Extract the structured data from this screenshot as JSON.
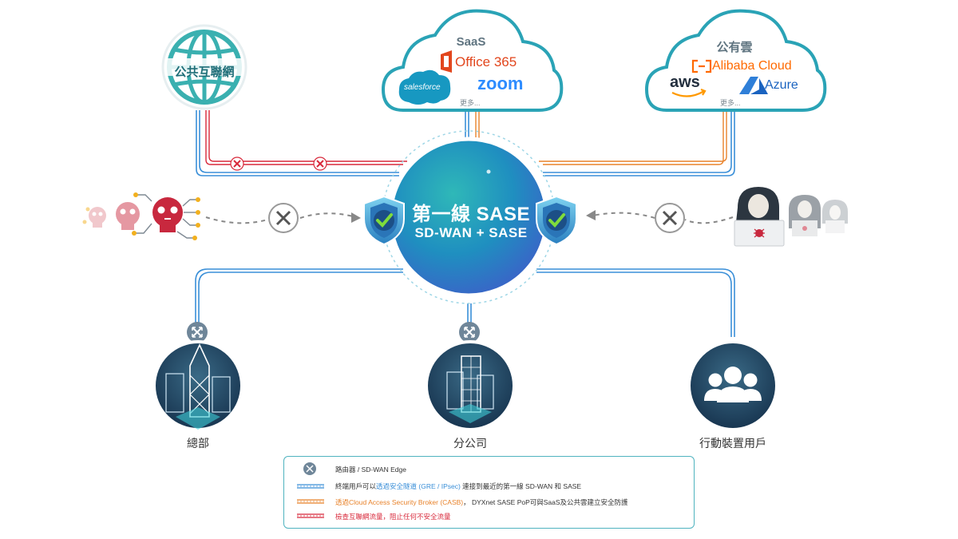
{
  "center": {
    "title": "第一線 SASE",
    "subtitle": "SD-WAN + SASE"
  },
  "internet": {
    "label": "公共互聯網"
  },
  "saas": {
    "title": "SaaS",
    "brands": [
      "Office 365",
      "salesforce",
      "zoom"
    ],
    "more": "更多..."
  },
  "public_cloud": {
    "title": "公有雲",
    "brands": [
      "Alibaba Cloud",
      "aws",
      "Azure"
    ],
    "more": "更多..."
  },
  "sites": [
    {
      "label": "總部"
    },
    {
      "label": "分公司"
    },
    {
      "label": "行動裝置用戶"
    }
  ],
  "legend": {
    "router": "路由器 / SD-WAN Edge",
    "blue_pre": "終端用戶可以",
    "blue_hl": "透過安全隧道 (GRE / IPsec)",
    "blue_post": " 連接到最近的第一線 SD-WAN 和 SASE",
    "orange_hl": "透過Cloud Access Security Broker (CASB)",
    "orange_post": "， DYXnet SASE PoP可與SaaS及公共雲建立安全防護",
    "red": "檢查互聯網流量，阻止任何不安全流量"
  },
  "colors": {
    "teal": "#1fa6a8",
    "blue_line": "#3a8fd8",
    "orange_line": "#e8822a",
    "red_line": "#d8283a",
    "dark_navy": "#1e3a5a",
    "threat_red": "#c8283e"
  },
  "icons": [
    "globe-icon",
    "shield-check-icon",
    "skull-icon",
    "hacker-icon",
    "router-icon",
    "block-icon",
    "building-icon",
    "users-icon",
    "office365-icon",
    "alibaba-icon",
    "azure-icon"
  ]
}
